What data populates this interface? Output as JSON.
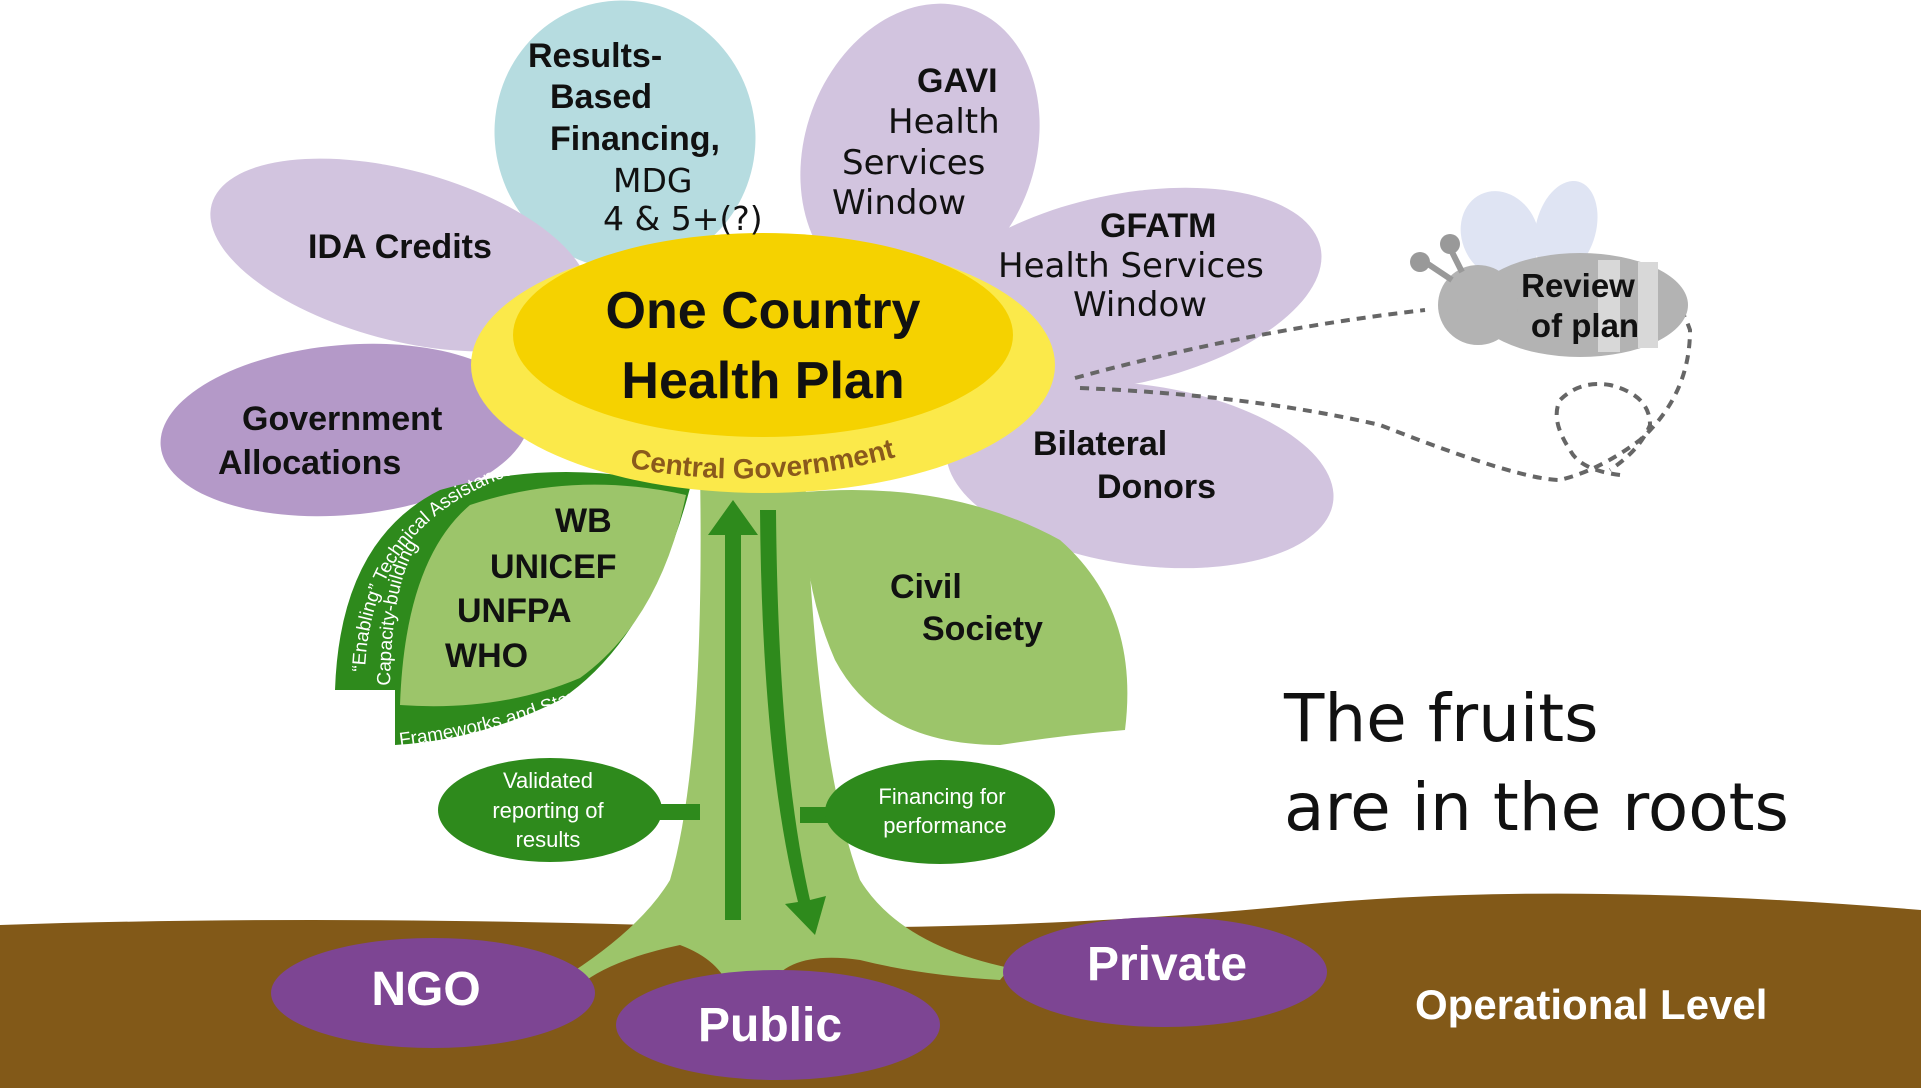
{
  "center": {
    "title_line1": "One Country",
    "title_line2": "Health Plan",
    "ring_label": "Central Government"
  },
  "petals": {
    "results_based": {
      "line1": "Results-",
      "line2": "Based",
      "line3": "Financing,",
      "line4": "MDG",
      "line5": "4 & 5+(?)"
    },
    "gavi": {
      "line1": "GAVI",
      "line2": "Health",
      "line3": "Services",
      "line4": "Window"
    },
    "ida": {
      "line1": "IDA Credits"
    },
    "gfatm": {
      "line1": "GFATM",
      "line2": "Health Services",
      "line3": "Window"
    },
    "government": {
      "line1": "Government",
      "line2": "Allocations"
    },
    "bilateral": {
      "line1": "Bilateral",
      "line2": "Donors"
    }
  },
  "left_leaf": {
    "agencies": [
      "WB",
      "UNICEF",
      "UNFPA",
      "WHO"
    ],
    "arc_text_1": "“Enabling” Technical Assistance",
    "arc_text_2": "Capacity-building",
    "arc_text_3": "Frameworks and Standards"
  },
  "right_leaf": {
    "line1": "Civil",
    "line2": "Society"
  },
  "small_leaves": {
    "left": {
      "line1": "Validated",
      "line2": "reporting of",
      "line3": "results"
    },
    "right": {
      "line1": "Financing for",
      "line2": "performance"
    }
  },
  "bee": {
    "line1": "Review",
    "line2": "of plan"
  },
  "tagline": {
    "line1": "The fruits",
    "line2": "are in the roots"
  },
  "roots": {
    "ngo": "NGO",
    "public": "Public",
    "private": "Private"
  },
  "ground_label": "Operational Level",
  "colors": {
    "petal_light": "#d2c4df",
    "petal_dark": "#b499c8",
    "petal_blue": "#b6dce0",
    "center_yellow": "#f5d200",
    "center_ring": "#fbe94a",
    "leaf_light": "#9cc56a",
    "leaf_dark": "#2e8a1c",
    "root_purple": "#7d4593",
    "soil": "#825918"
  }
}
